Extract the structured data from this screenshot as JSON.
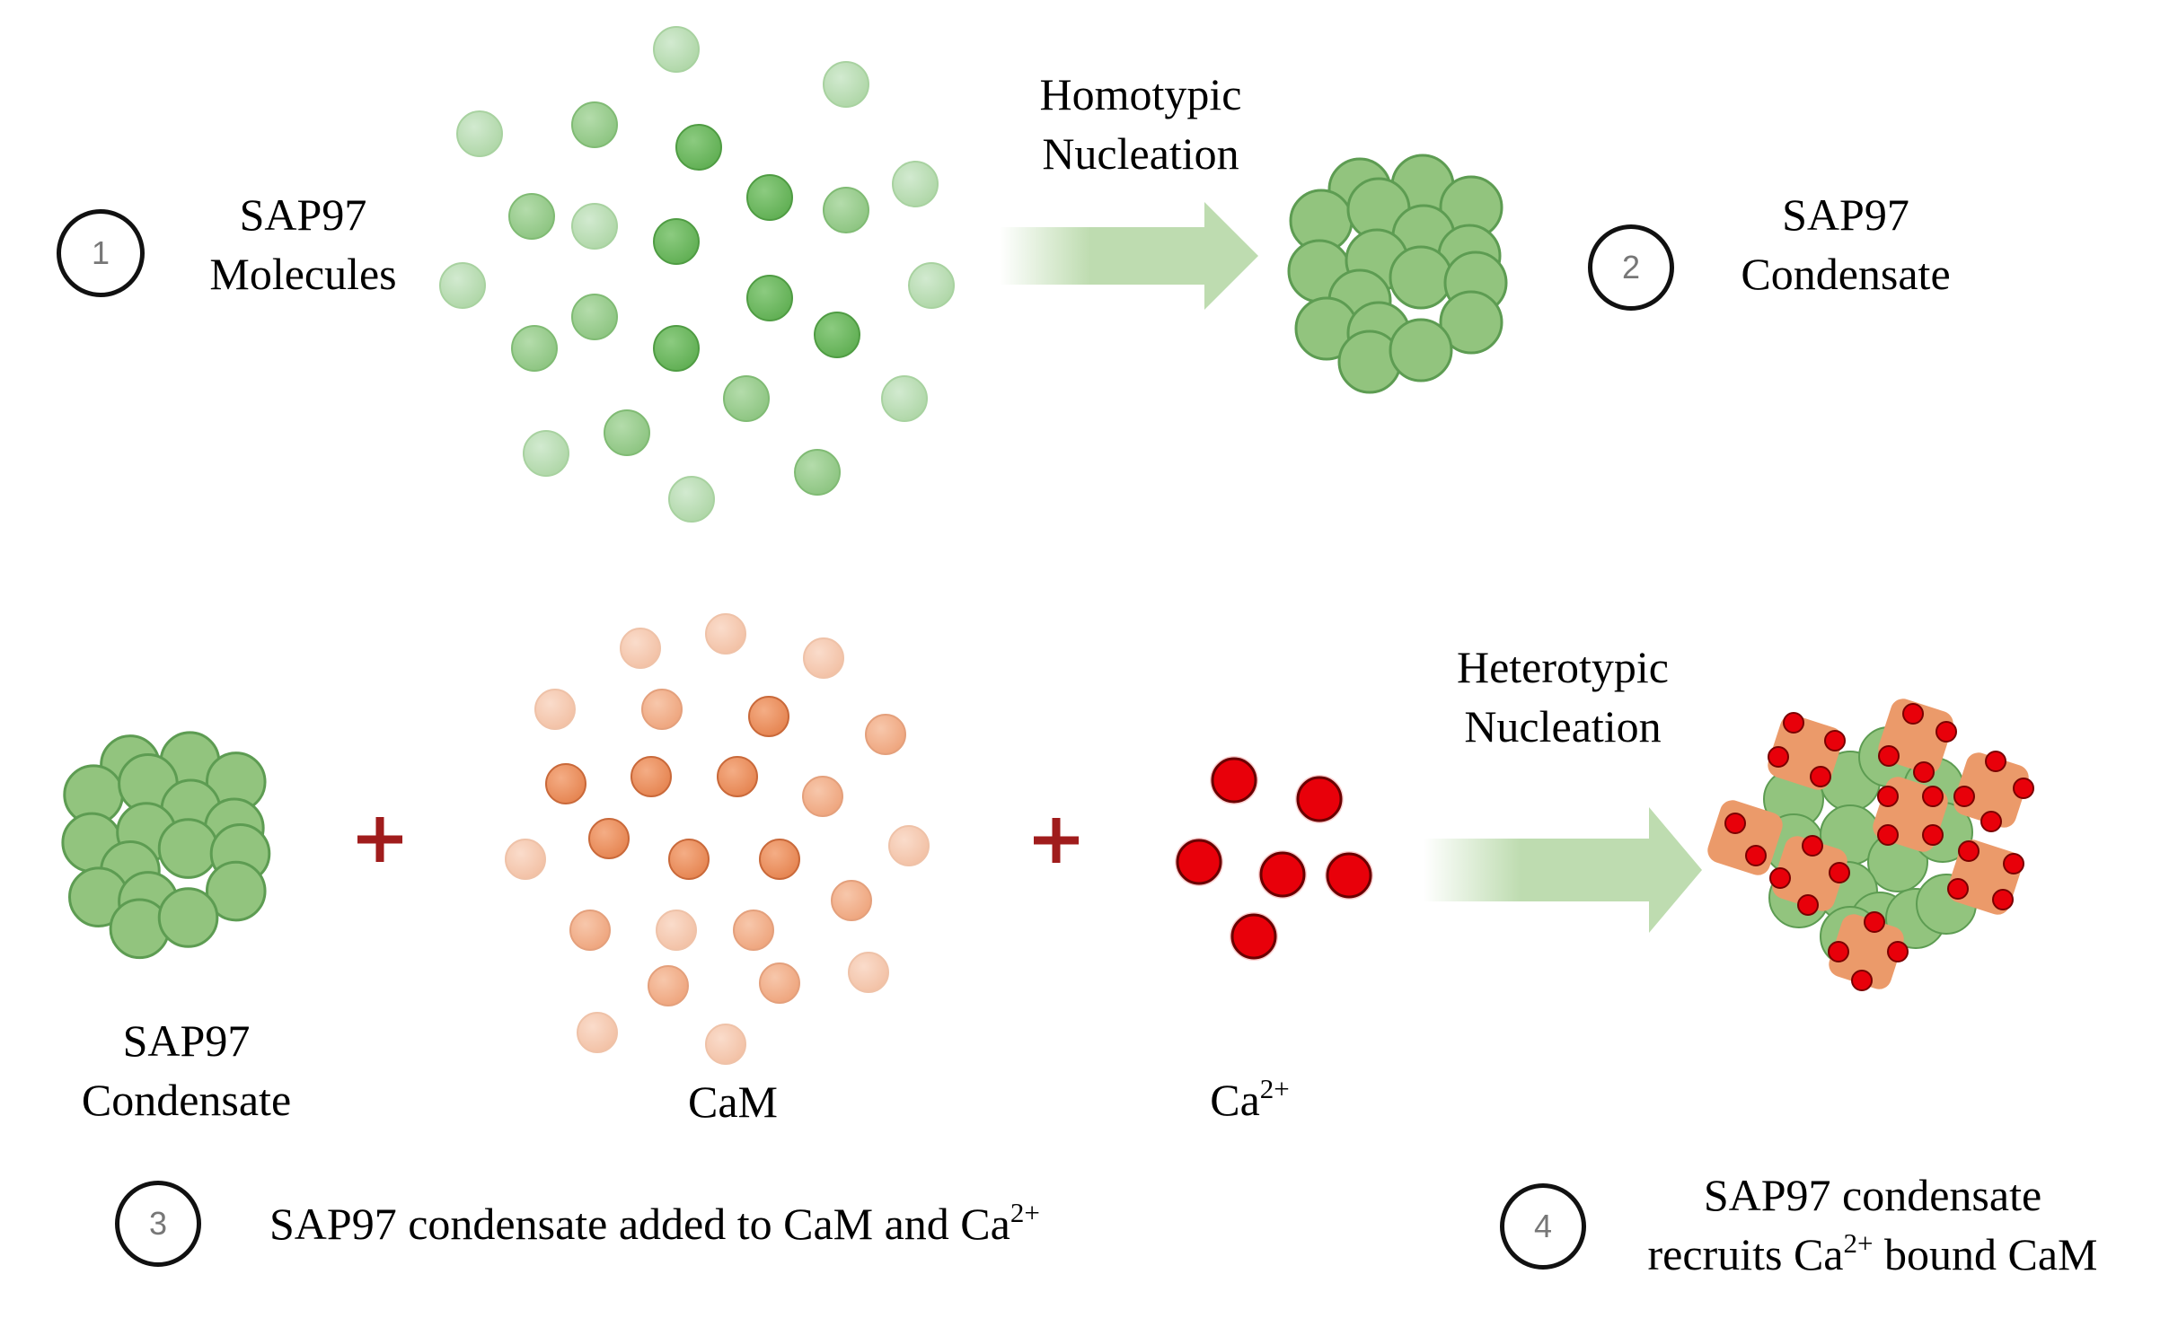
{
  "figure": {
    "step1": {
      "number": "1",
      "label_line1": "SAP97",
      "label_line2": "Molecules"
    },
    "homotypic_arrow": {
      "label_line1": "Homotypic",
      "label_line2": "Nucleation"
    },
    "step2": {
      "number": "2",
      "label_line1": "SAP97",
      "label_line2": "Condensate"
    },
    "panel": {
      "condensate_label_line1": "SAP97",
      "condensate_label_line2": "Condensate",
      "plus_symbol": "+",
      "cam_label": "CaM",
      "calcium_label_base": "Ca",
      "calcium_label_sup": "2+"
    },
    "heterotypic_arrow": {
      "label_line1": "Heterotypic",
      "label_line2": "Nucleation"
    },
    "step3": {
      "number": "3",
      "caption_text": "SAP97 condensate added to CaM and Ca",
      "caption_sup": "2+"
    },
    "step4": {
      "number": "4",
      "caption_line1": "SAP97 condensate",
      "caption_line2_pre": "recruits Ca",
      "caption_line2_sup": "2+",
      "caption_line2_post": " bound CaM"
    },
    "colors": {
      "sap97_light": "#bfe0b8",
      "sap97_mid": "#9fd095",
      "sap97_dark": "#72b866",
      "condensate_fill": "#92c47e",
      "condensate_stroke": "#5d9c52",
      "cam_light": "#f6cdb6",
      "cam_mid": "#f1b18f",
      "cam_dark": "#ec9060",
      "calcium": "#e8000a",
      "bound_cam": "#eb9a6a",
      "arrow": "#bedcb0",
      "plus": "#a01c1c",
      "panel_bg": "#f1f5fb",
      "panel_border": "#b4c3e4",
      "label_box": "#dde8f5"
    }
  }
}
